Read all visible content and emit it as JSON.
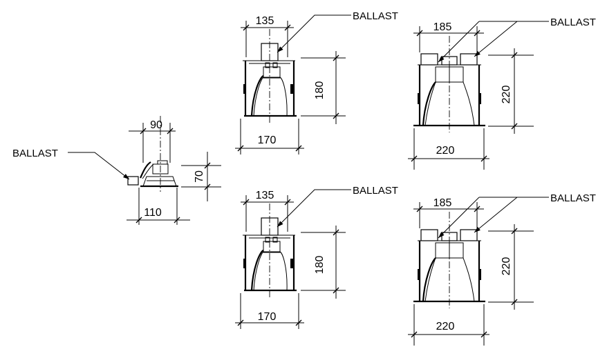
{
  "fixture_small": {
    "dim_top": "90",
    "dim_bottom": "110",
    "dim_height": "70",
    "ballast": "BALLAST"
  },
  "fixture_mid_top": {
    "dim_top": "135",
    "dim_bottom": "170",
    "dim_height": "180",
    "ballast": "BALLAST"
  },
  "fixture_mid_bottom": {
    "dim_top": "135",
    "dim_bottom": "170",
    "dim_height": "180",
    "ballast": "BALLAST"
  },
  "fixture_large_top": {
    "dim_top": "185",
    "dim_bottom": "220",
    "dim_height": "220",
    "ballast": "BALLAST"
  },
  "fixture_large_bottom": {
    "dim_top": "185",
    "dim_bottom": "220",
    "dim_height": "220",
    "ballast": "BALLAST"
  }
}
